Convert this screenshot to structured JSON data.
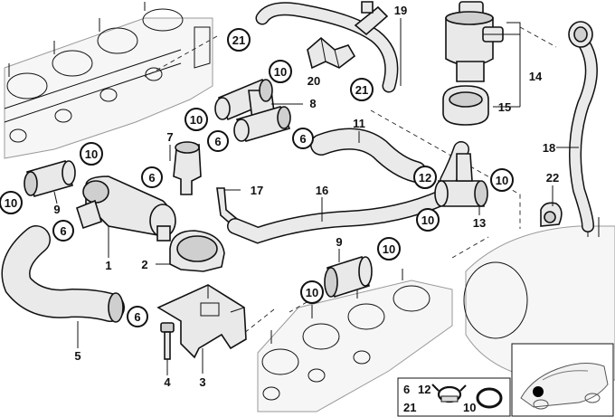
{
  "callouts": [
    {
      "id": "c-21-top",
      "label": "21"
    },
    {
      "id": "c-10-a",
      "label": "10"
    },
    {
      "id": "c-10-b",
      "label": "10"
    },
    {
      "id": "c-6-a",
      "label": "6"
    },
    {
      "id": "c-6-b",
      "label": "6"
    },
    {
      "id": "c-21-b",
      "label": "21"
    },
    {
      "id": "c-10-c",
      "label": "10"
    },
    {
      "id": "c-6-c",
      "label": "6"
    },
    {
      "id": "c-12",
      "label": "12"
    },
    {
      "id": "c-10-d",
      "label": "10"
    },
    {
      "id": "c-10-e",
      "label": "10"
    },
    {
      "id": "c-6-d",
      "label": "6"
    },
    {
      "id": "c-10-f",
      "label": "10"
    },
    {
      "id": "c-10-g",
      "label": "10"
    },
    {
      "id": "c-10-h",
      "label": "10"
    },
    {
      "id": "c-6-e",
      "label": "6"
    }
  ],
  "part_numbers": [
    {
      "id": "n-19",
      "label": "19"
    },
    {
      "id": "n-20",
      "label": "20"
    },
    {
      "id": "n-14",
      "label": "14"
    },
    {
      "id": "n-15",
      "label": "15"
    },
    {
      "id": "n-8",
      "label": "8"
    },
    {
      "id": "n-11",
      "label": "11"
    },
    {
      "id": "n-18",
      "label": "18"
    },
    {
      "id": "n-7",
      "label": "7"
    },
    {
      "id": "n-9-a",
      "label": "9"
    },
    {
      "id": "n-17",
      "label": "17"
    },
    {
      "id": "n-16",
      "label": "16"
    },
    {
      "id": "n-13",
      "label": "13"
    },
    {
      "id": "n-22",
      "label": "22"
    },
    {
      "id": "n-1",
      "label": "1"
    },
    {
      "id": "n-2",
      "label": "2"
    },
    {
      "id": "n-9-b",
      "label": "9"
    },
    {
      "id": "n-5",
      "label": "5"
    },
    {
      "id": "n-4",
      "label": "4"
    },
    {
      "id": "n-3",
      "label": "3"
    }
  ],
  "legend_inset": {
    "line1_a": "6",
    "line1_b": "12",
    "line2_a": "21",
    "line2_b": "10"
  }
}
